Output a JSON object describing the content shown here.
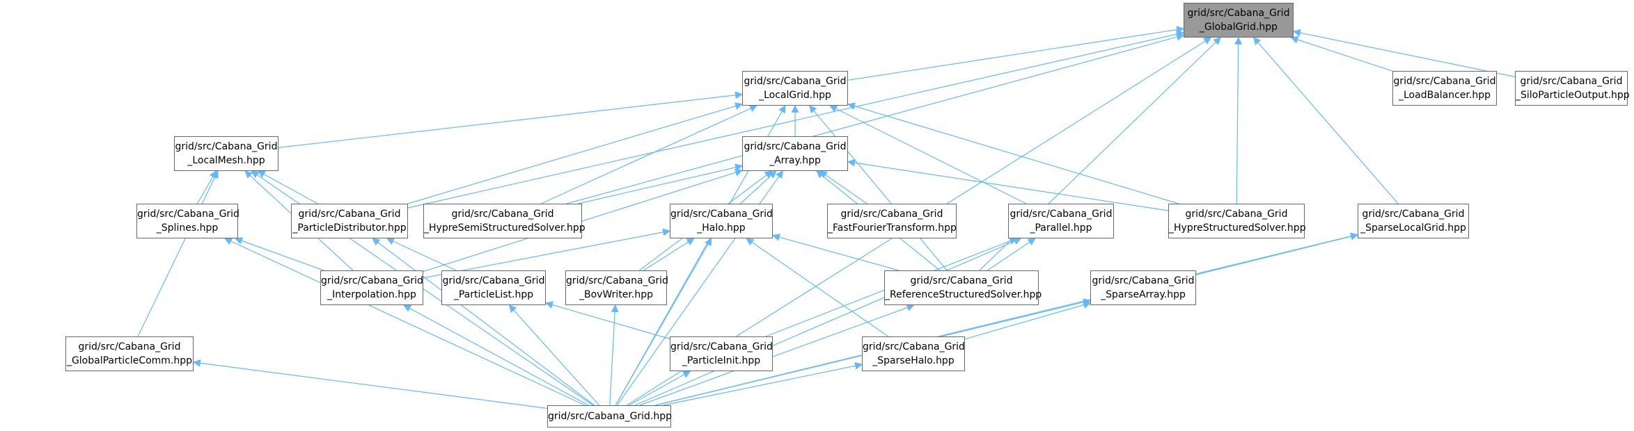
{
  "diagram": {
    "edge_color": "#63b8ff",
    "node_border_color": "#666666",
    "root_fill_color": "#999999",
    "nodes": [
      {
        "id": "global",
        "lines": [
          "grid/src/Cabana_Grid",
          "_GlobalGrid.hpp"
        ],
        "highlight": true
      },
      {
        "id": "localgrid",
        "lines": [
          "grid/src/Cabana_Grid",
          "_LocalGrid.hpp"
        ]
      },
      {
        "id": "loadbal",
        "lines": [
          "grid/src/Cabana_Grid",
          "_LoadBalancer.hpp"
        ]
      },
      {
        "id": "silo",
        "lines": [
          "grid/src/Cabana_Grid",
          "_SiloParticleOutput.hpp"
        ]
      },
      {
        "id": "localmesh",
        "lines": [
          "grid/src/Cabana_Grid",
          "_LocalMesh.hpp"
        ]
      },
      {
        "id": "array",
        "lines": [
          "grid/src/Cabana_Grid",
          "_Array.hpp"
        ]
      },
      {
        "id": "splines",
        "lines": [
          "grid/src/Cabana_Grid",
          "_Splines.hpp"
        ]
      },
      {
        "id": "pdist",
        "lines": [
          "grid/src/Cabana_Grid",
          "_ParticleDistributor.hpp"
        ]
      },
      {
        "id": "hypresemi",
        "lines": [
          "grid/src/Cabana_Grid",
          "_HypreSemiStructuredSolver.hpp"
        ]
      },
      {
        "id": "halo",
        "lines": [
          "grid/src/Cabana_Grid",
          "_Halo.hpp"
        ]
      },
      {
        "id": "fft",
        "lines": [
          "grid/src/Cabana_Grid",
          "_FastFourierTransform.hpp"
        ]
      },
      {
        "id": "parallel",
        "lines": [
          "grid/src/Cabana_Grid",
          "_Parallel.hpp"
        ]
      },
      {
        "id": "hyprestruct",
        "lines": [
          "grid/src/Cabana_Grid",
          "_HypreStructuredSolver.hpp"
        ]
      },
      {
        "id": "sparselocal",
        "lines": [
          "grid/src/Cabana_Grid",
          "_SparseLocalGrid.hpp"
        ]
      },
      {
        "id": "interp",
        "lines": [
          "grid/src/Cabana_Grid",
          "_Interpolation.hpp"
        ]
      },
      {
        "id": "plist",
        "lines": [
          "grid/src/Cabana_Grid",
          "_ParticleList.hpp"
        ]
      },
      {
        "id": "bov",
        "lines": [
          "grid/src/Cabana_Grid",
          "_BovWriter.hpp"
        ]
      },
      {
        "id": "refsolver",
        "lines": [
          "grid/src/Cabana_Grid",
          "_ReferenceStructuredSolver.hpp"
        ]
      },
      {
        "id": "sparsearray",
        "lines": [
          "grid/src/Cabana_Grid",
          "_SparseArray.hpp"
        ]
      },
      {
        "id": "gpcomm",
        "lines": [
          "grid/src/Cabana_Grid",
          "_GlobalParticleComm.hpp"
        ]
      },
      {
        "id": "pinit",
        "lines": [
          "grid/src/Cabana_Grid",
          "_ParticleInit.hpp"
        ]
      },
      {
        "id": "sparsehalo",
        "lines": [
          "grid/src/Cabana_Grid",
          "_SparseHalo.hpp"
        ]
      },
      {
        "id": "grid",
        "lines": [
          "grid/src/Cabana_Grid.hpp"
        ]
      }
    ],
    "edges": [
      [
        "localgrid",
        "global"
      ],
      [
        "loadbal",
        "global"
      ],
      [
        "silo",
        "global"
      ],
      [
        "hypresemi",
        "global"
      ],
      [
        "pdist",
        "global"
      ],
      [
        "hyprestruct",
        "global"
      ],
      [
        "refsolver",
        "global"
      ],
      [
        "sparselocal",
        "global"
      ],
      [
        "grid",
        "global"
      ],
      [
        "localmesh",
        "localgrid"
      ],
      [
        "array",
        "localgrid"
      ],
      [
        "pdist",
        "localgrid"
      ],
      [
        "hypresemi",
        "localgrid"
      ],
      [
        "parallel",
        "localgrid"
      ],
      [
        "hyprestruct",
        "localgrid"
      ],
      [
        "refsolver",
        "localgrid"
      ],
      [
        "grid",
        "localgrid"
      ],
      [
        "splines",
        "localmesh"
      ],
      [
        "pdist",
        "localmesh"
      ],
      [
        "interp",
        "localmesh"
      ],
      [
        "gpcomm",
        "localmesh"
      ],
      [
        "grid",
        "localmesh"
      ],
      [
        "hypresemi",
        "array"
      ],
      [
        "halo",
        "array"
      ],
      [
        "fft",
        "array"
      ],
      [
        "hyprestruct",
        "array"
      ],
      [
        "interp",
        "array"
      ],
      [
        "bov",
        "array"
      ],
      [
        "refsolver",
        "array"
      ],
      [
        "grid",
        "array"
      ],
      [
        "interp",
        "splines"
      ],
      [
        "grid",
        "splines"
      ],
      [
        "plist",
        "pdist"
      ],
      [
        "grid",
        "pdist"
      ],
      [
        "interp",
        "halo"
      ],
      [
        "bov",
        "halo"
      ],
      [
        "refsolver",
        "halo"
      ],
      [
        "sparsehalo",
        "halo"
      ],
      [
        "grid",
        "halo"
      ],
      [
        "refsolver",
        "parallel"
      ],
      [
        "pinit",
        "parallel"
      ],
      [
        "grid",
        "parallel"
      ],
      [
        "sparsearray",
        "sparselocal"
      ],
      [
        "grid",
        "sparselocal"
      ],
      [
        "grid",
        "interp"
      ],
      [
        "pinit",
        "plist"
      ],
      [
        "grid",
        "plist"
      ],
      [
        "grid",
        "bov"
      ],
      [
        "grid",
        "refsolver"
      ],
      [
        "sparsehalo",
        "sparsearray"
      ],
      [
        "grid",
        "sparsearray"
      ],
      [
        "grid",
        "gpcomm"
      ],
      [
        "grid",
        "pinit"
      ],
      [
        "grid",
        "sparsehalo"
      ]
    ]
  }
}
